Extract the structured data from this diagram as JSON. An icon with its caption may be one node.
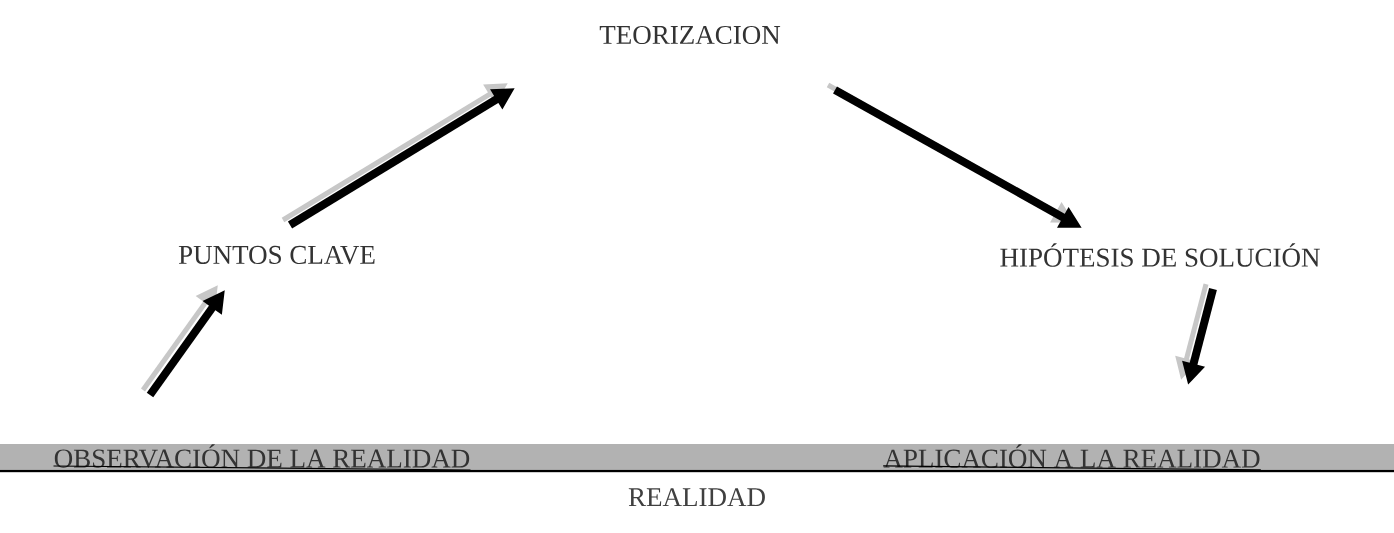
{
  "diagram": {
    "nodes": [
      {
        "text": [
          "REALIDAD"
        ]
      },
      {
        "text": [
          "OBSERVACIÓN DE LA REALIDAD"
        ],
        "in": 0
      },
      {
        "text": [
          "PUNTOS CLAVE"
        ]
      },
      {
        "text": [
          "TEORIZACION"
        ]
      },
      {
        "text": [
          "HIPÓTESIS DE SOLUCIÓN"
        ]
      },
      {
        "text": [
          "APLICACIÓN A LA REALIDAD"
        ],
        "in": 0
      }
    ],
    "edges": [
      {
        "from": 1,
        "to": 2,
        "arrow": "to"
      },
      {
        "from": 2,
        "to": 3,
        "arrow": "to"
      },
      {
        "from": 3,
        "to": 4,
        "arrow": "to"
      },
      {
        "from": 4,
        "to": 5,
        "arrow": "to"
      }
    ]
  }
}
